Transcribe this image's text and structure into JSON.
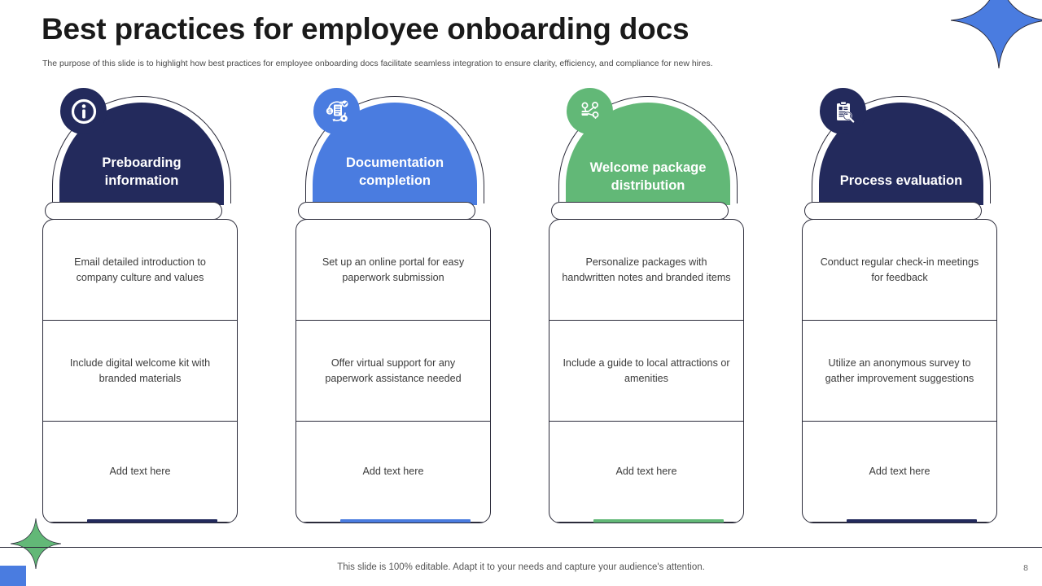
{
  "header": {
    "title": "Best practices for employee onboarding docs",
    "subtitle": "The purpose of this slide is to highlight how best practices for employee onboarding docs facilitate seamless integration to ensure clarity, efficiency, and compliance for new hires."
  },
  "colors": {
    "navy": "#232a5c",
    "blue": "#4a7ce0",
    "green": "#62b877",
    "outline": "#2b2b3a",
    "body_text": "#3b3b3b"
  },
  "columns": [
    {
      "heading": "Preboarding information",
      "color": "#232a5c",
      "icon": "info-circle-icon",
      "cells": [
        "Email detailed introduction to company culture and values",
        "Include digital welcome kit with branded materials",
        "Add text here"
      ]
    },
    {
      "heading": "Documentation completion",
      "color": "#4a7ce0",
      "icon": "document-process-icon",
      "cells": [
        "Set up an online portal for easy paperwork submission",
        "Offer virtual support for any paperwork assistance needed",
        "Add text here"
      ]
    },
    {
      "heading": "Welcome package distribution",
      "color": "#62b877",
      "icon": "network-distribution-icon",
      "cells": [
        "Personalize packages with handwritten notes and branded items",
        "Include a guide to local attractions or amenities",
        "Add text here"
      ]
    },
    {
      "heading": "Process evaluation",
      "color": "#232a5c",
      "icon": "clipboard-search-icon",
      "cells": [
        "Conduct regular check-in meetings for feedback",
        "Utilize an anonymous survey to gather improvement suggestions",
        "Add text here"
      ]
    }
  ],
  "footer": {
    "note": "This slide is 100% editable. Adapt it to your needs and capture your audience's attention.",
    "page_number": "8"
  },
  "decorations": {
    "top_right_star_color": "#4a7ce0",
    "bottom_left_star_color": "#62b877",
    "bottom_left_square_color": "#4a7ce0"
  }
}
